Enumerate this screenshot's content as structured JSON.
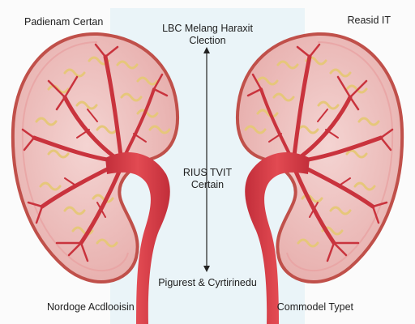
{
  "labels": {
    "left_top": "Padienam Certan",
    "right_top": "Reasid IT",
    "center_top_line1": "LBC Melang Haraxit",
    "center_top_line2": "Clection",
    "center_mid_line1": "RIUS TVIT",
    "center_mid_line2": "Certain",
    "center_bottom": "Pigurest & Cyrtirinedu",
    "left_bottom": "Nordoge Acdlooisin",
    "right_bottom": "Commodel Typet"
  },
  "colors": {
    "kidney_fill": "#eec3c3",
    "kidney_edge": "#c0504a",
    "vessel": "#d83a45",
    "vessel_dark": "#b92c38",
    "tubule": "#e7c87c",
    "panel": "#e9f4f8"
  }
}
